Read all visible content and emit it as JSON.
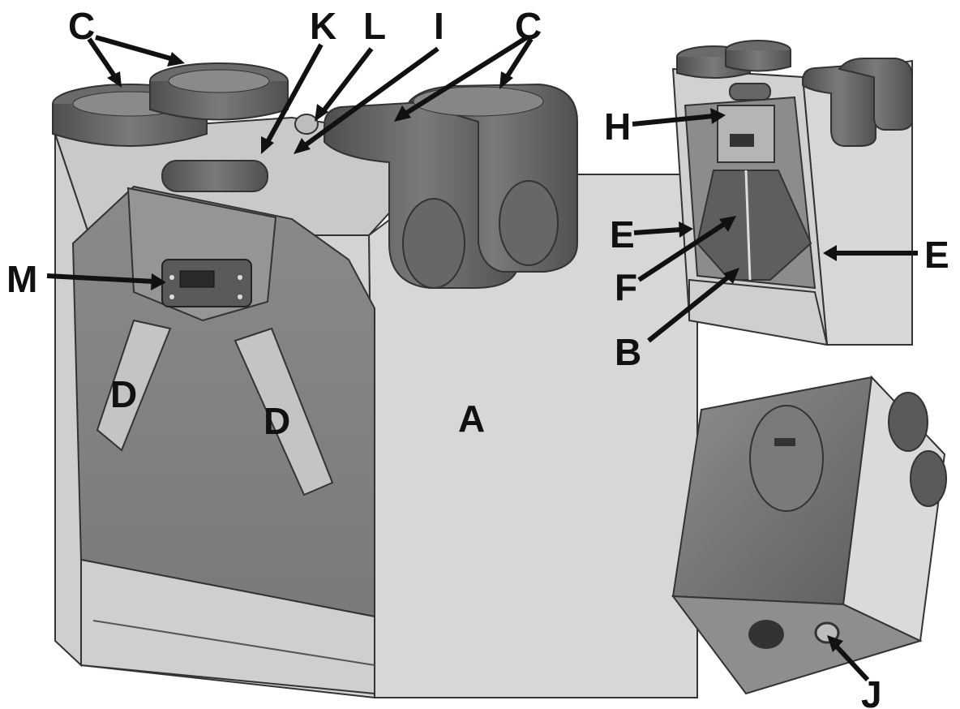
{
  "labels": {
    "A": "A",
    "B": "B",
    "C": "C",
    "D": "D",
    "E": "E",
    "F": "F",
    "H": "H",
    "I": "I",
    "J": "J",
    "K": "K",
    "L": "L",
    "M": "M"
  },
  "colors": {
    "panel_dark": "#7d7d7d",
    "panel_mid": "#9a9a9a",
    "body_light": "#d6d6d6",
    "duct": "#5f5f5f",
    "outline": "#333333",
    "ink": "#111111"
  }
}
